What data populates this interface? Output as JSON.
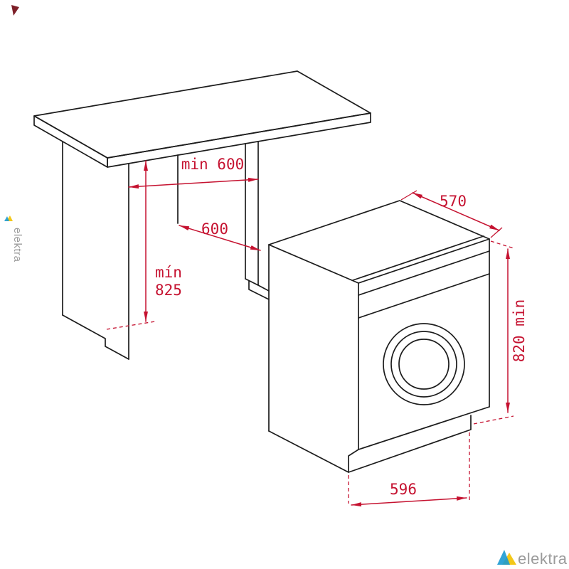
{
  "diagram": {
    "type": "appliance-installation-dimension-diagram",
    "units_shown": "none (numeric labels only)"
  },
  "dimensions": {
    "niche_width": {
      "label": "min 600"
    },
    "niche_depth": {
      "label": "600"
    },
    "niche_height": {
      "label_line1": "mín",
      "label_line2": "825"
    },
    "machine_depth": {
      "label": "570"
    },
    "machine_height": {
      "label": "820 min"
    },
    "machine_width": {
      "label": "596"
    }
  },
  "watermark": {
    "brand_bottom_right": "elektra",
    "brand_left_edge": "elektra"
  },
  "colors": {
    "dimension": "#c51230",
    "line": "#1c1c1c",
    "watermark": "#9b9b9b",
    "logo_blue": "#1b9ad2",
    "logo_yellow": "#f2c200"
  }
}
